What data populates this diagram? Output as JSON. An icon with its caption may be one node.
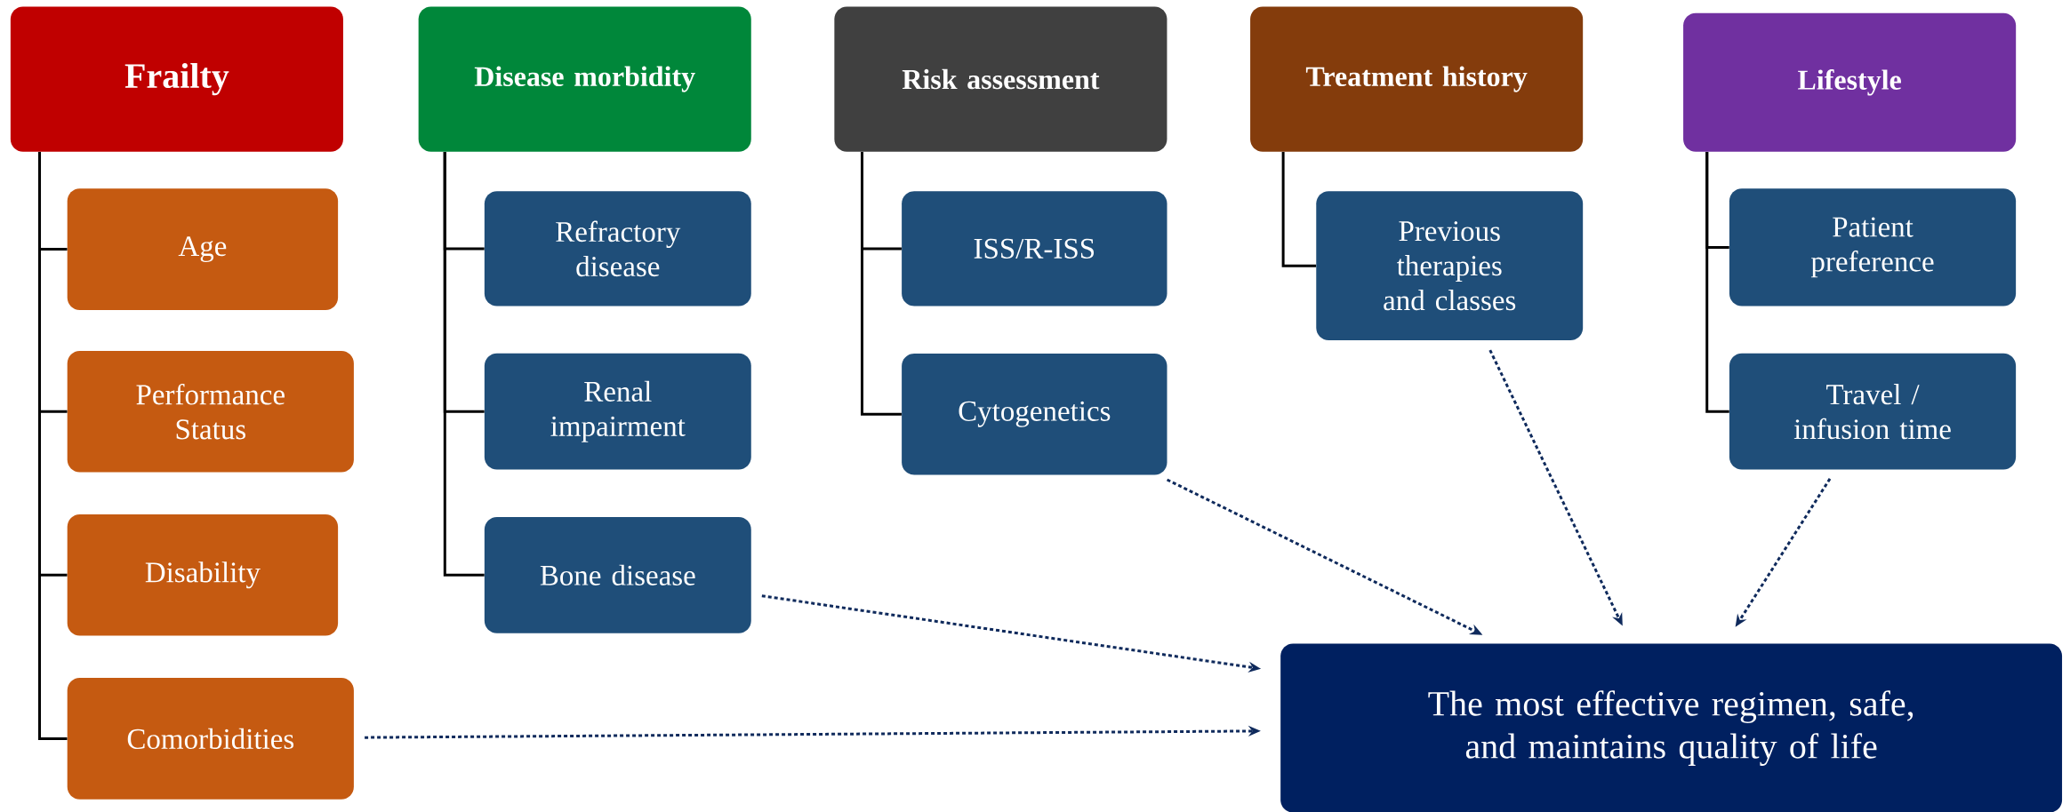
{
  "diagram": {
    "nodes": [
      {
        "text": [
          "Frailty"
        ]
      },
      {
        "text": [
          "Age"
        ]
      },
      {
        "text": [
          "Performance Status"
        ]
      },
      {
        "text": [
          "Disability"
        ]
      },
      {
        "text": [
          "Comorbidities"
        ]
      },
      {
        "text": [
          "Disease morbidity"
        ]
      },
      {
        "text": [
          "Refractory disease"
        ]
      },
      {
        "text": [
          "Renal impairment"
        ]
      },
      {
        "text": [
          "Bone disease"
        ]
      },
      {
        "text": [
          "Risk assessment"
        ]
      },
      {
        "text": [
          "ISS/R-ISS"
        ]
      },
      {
        "text": [
          "Cytogenetics"
        ]
      },
      {
        "text": [
          "Treatment history"
        ]
      },
      {
        "text": [
          "Previous therapies and classes"
        ]
      },
      {
        "text": [
          "Lifestyle"
        ]
      },
      {
        "text": [
          "Patient preference"
        ]
      },
      {
        "text": [
          "Travel / infusion time"
        ]
      },
      {
        "text": [
          "The most effective regimen, safe, and maintains quality of life"
        ]
      }
    ],
    "edges": [
      {
        "from": 0,
        "to": 1,
        "arrow": "none"
      },
      {
        "from": 0,
        "to": 2,
        "arrow": "none"
      },
      {
        "from": 0,
        "to": 3,
        "arrow": "none"
      },
      {
        "from": 0,
        "to": 4,
        "arrow": "none"
      },
      {
        "from": 5,
        "to": 6,
        "arrow": "none"
      },
      {
        "from": 5,
        "to": 7,
        "arrow": "none"
      },
      {
        "from": 5,
        "to": 8,
        "arrow": "none"
      },
      {
        "from": 9,
        "to": 10,
        "arrow": "none"
      },
      {
        "from": 9,
        "to": 11,
        "arrow": "none"
      },
      {
        "from": 12,
        "to": 13,
        "arrow": "none"
      },
      {
        "from": 14,
        "to": 15,
        "arrow": "none"
      },
      {
        "from": 14,
        "to": 16,
        "arrow": "none"
      },
      {
        "from": 4,
        "to": 17,
        "arrow": "to",
        "style": "dashed",
        "color": "#0f2a5c"
      },
      {
        "from": 8,
        "to": 17,
        "arrow": "to",
        "style": "dashed",
        "color": "#0f2a5c"
      },
      {
        "from": 11,
        "to": 17,
        "arrow": "to",
        "style": "dashed",
        "color": "#0f2a5c"
      },
      {
        "from": 13,
        "to": 17,
        "arrow": "to",
        "style": "dashed",
        "color": "#0f2a5c"
      },
      {
        "from": 16,
        "to": 17,
        "arrow": "to",
        "style": "dashed",
        "color": "#0f2a5c"
      }
    ]
  }
}
